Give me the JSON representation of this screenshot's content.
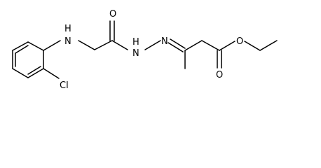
{
  "molecule": {
    "atoms": {
      "nh_amine": "H\nN",
      "o_amide": "O",
      "nh_hydrazide": "H\nN",
      "n_imine": "N",
      "o_ester_carbonyl": "O",
      "o_ester_ether": "O",
      "cl": "Cl"
    }
  }
}
